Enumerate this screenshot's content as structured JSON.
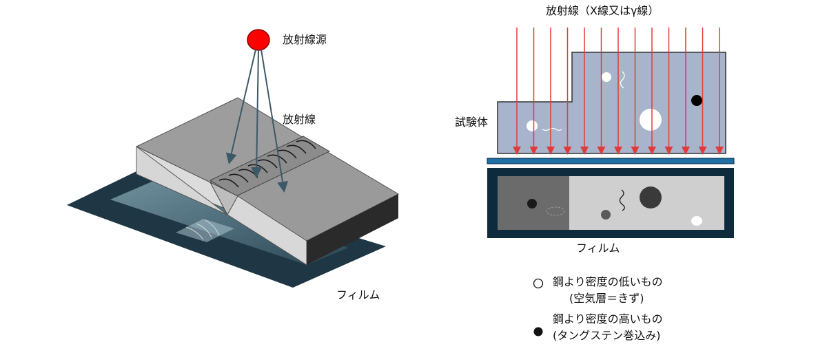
{
  "left_diagram": {
    "source_label": "放射線源",
    "ray_label": "放射線",
    "film_label": "フィルム"
  },
  "right_diagram": {
    "radiation_label": "放射線（X線又はγ線）",
    "specimen_label": "試験体",
    "film_label": "フィルム"
  },
  "legend": {
    "low_density_line1": "鋼より密度の低いもの",
    "low_density_line2": "(空気層＝きず)",
    "high_density_line1": "鋼より密度の高いもの",
    "high_density_line2": "(タングステン巻込み)"
  },
  "colors": {
    "source": "#ff0000",
    "ray_line": "#3d5866",
    "ray_arrow": "#e03b3b",
    "specimen": "#a8b4cc",
    "film_frame": "#0e2b3e",
    "film_strip": "#1e6fa6"
  }
}
